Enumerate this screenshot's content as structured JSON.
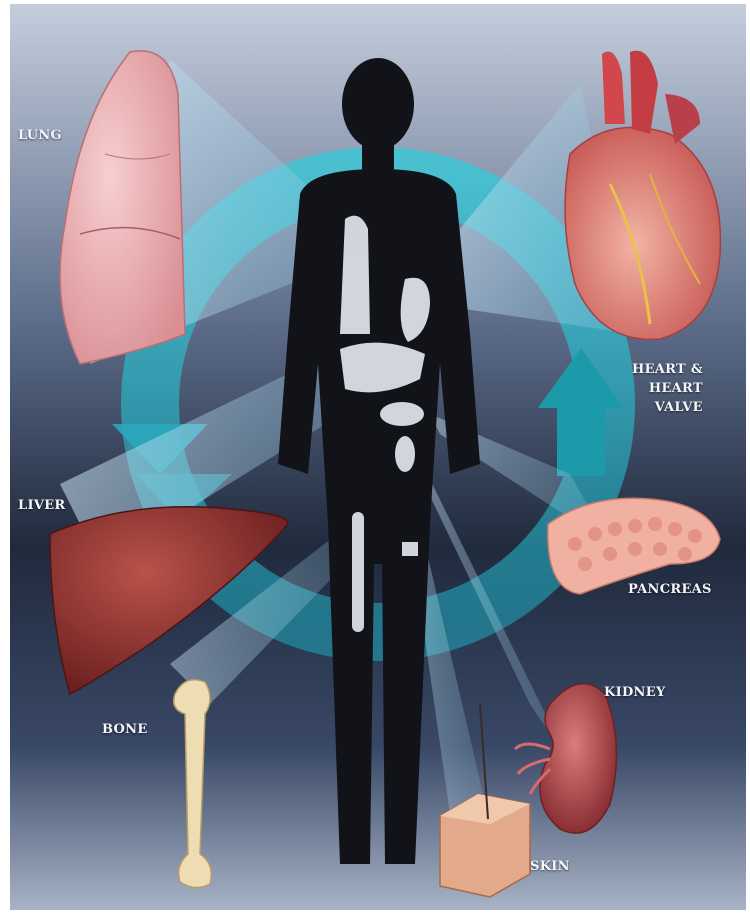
{
  "labels": {
    "lung": "LUNG",
    "heart": "HEART &\nHEART\nVALVE",
    "liver": "LIVER",
    "pancreas": "PANCREAS",
    "kidney": "KIDNEY",
    "bone": "BONE",
    "skin": "SKIN"
  },
  "colors": {
    "background_top": "#c4cddc",
    "background_mid": "#202a3d",
    "cycle_ring": "#2fb8c8",
    "silhouette": "#121319",
    "organ_highlight": "#e6ebf2"
  },
  "organs": [
    {
      "name": "lung",
      "icon": "lung-icon"
    },
    {
      "name": "heart",
      "icon": "heart-icon"
    },
    {
      "name": "liver",
      "icon": "liver-icon"
    },
    {
      "name": "pancreas",
      "icon": "pancreas-icon"
    },
    {
      "name": "kidney",
      "icon": "kidney-icon"
    },
    {
      "name": "bone",
      "icon": "bone-icon"
    },
    {
      "name": "skin",
      "icon": "skin-icon"
    }
  ]
}
